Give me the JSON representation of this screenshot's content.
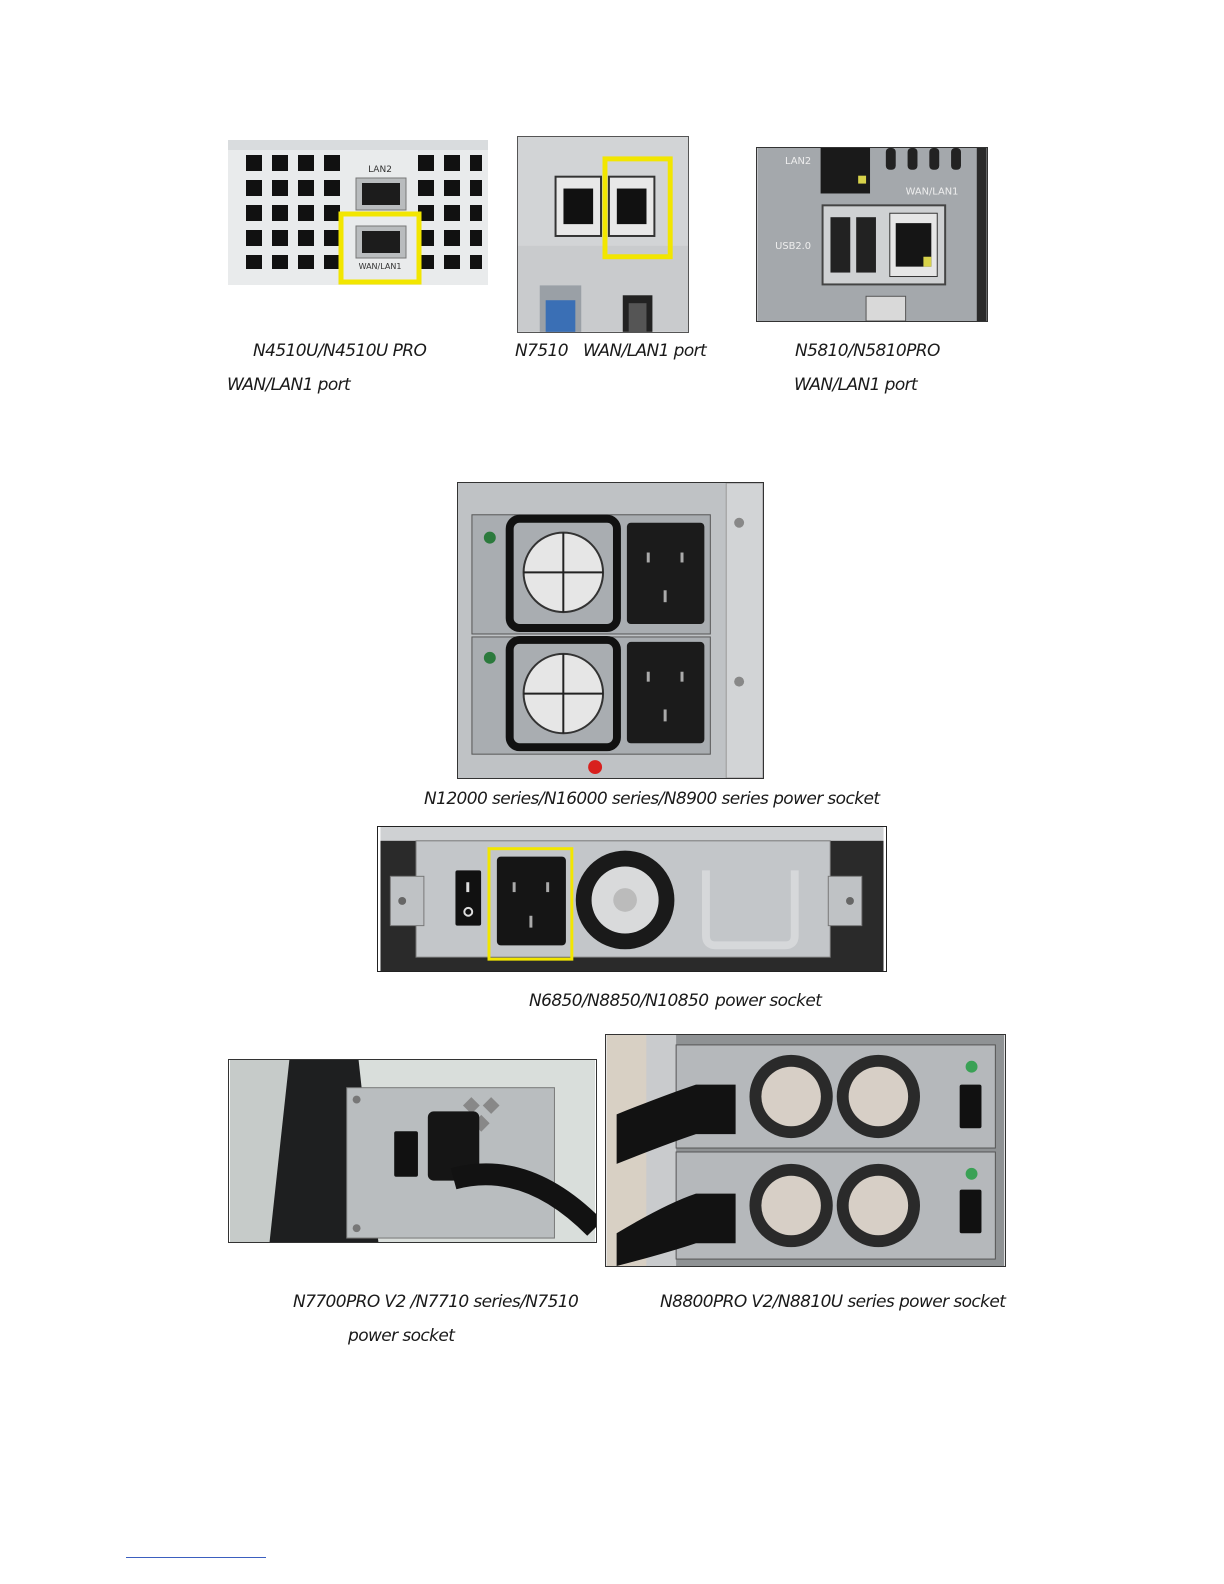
{
  "port_photos": {
    "n4510u": {
      "label_lan2": "LAN2",
      "label_wan": "WAN/LAN1"
    },
    "n5810": {
      "label_lan2": "LAN2",
      "label_wan": "WAN/LAN1",
      "label_usb": "USB2.0"
    }
  },
  "captions": {
    "n4510u_line1": "N4510U/N4510U PRO",
    "n4510u_line2": "WAN/LAN1 port",
    "n7510_model": "N7510",
    "n7510_port": "WAN/LAN1 port",
    "n5810_line1": "N5810/N5810PRO",
    "n5810_line2": "WAN/LAN1 port",
    "n12000": "N12000 series/N16000 series/N8900 series power socket",
    "n6850_model": "N6850/N8850/N10850",
    "n6850_socket": "power socket",
    "n7700_line1": "N7700PRO V2 /N7710 series/N7510",
    "n7700_line2": "power socket",
    "n8800": "N8800PRO V2/N8810U series power socket"
  },
  "colors": {
    "highlight": "#f2e600",
    "footer_rule": "#3b5fbf"
  },
  "icons": [
    "ethernet-port-icon",
    "usb-port-icon",
    "power-socket-icon",
    "fan-icon",
    "power-switch-icon"
  ]
}
